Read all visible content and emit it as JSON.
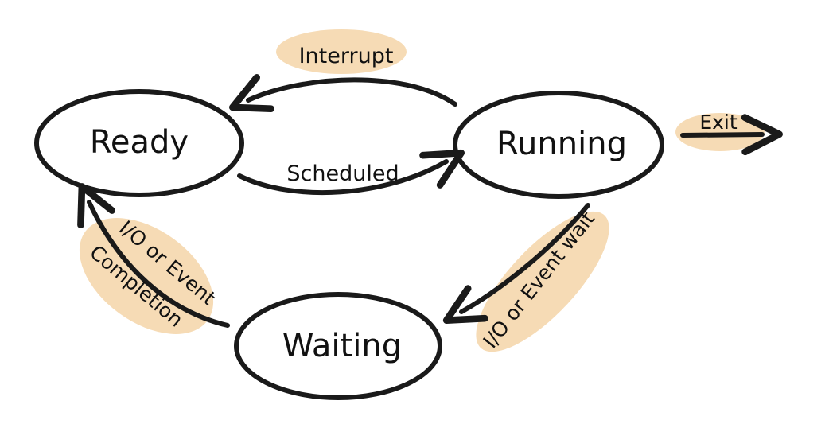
{
  "colors": {
    "ink": "#1a1a1a",
    "highlight": "#f5d7ad",
    "background": "#ffffff"
  },
  "states": {
    "ready": "Ready",
    "running": "Running",
    "waiting": "Waiting"
  },
  "transitions": {
    "interrupt": "Interrupt",
    "scheduled": "Scheduled",
    "exit": "Exit",
    "io_wait": "I/O or Event wait",
    "io_completion_line1": "I/O or Event",
    "io_completion_line2": "Completion"
  }
}
